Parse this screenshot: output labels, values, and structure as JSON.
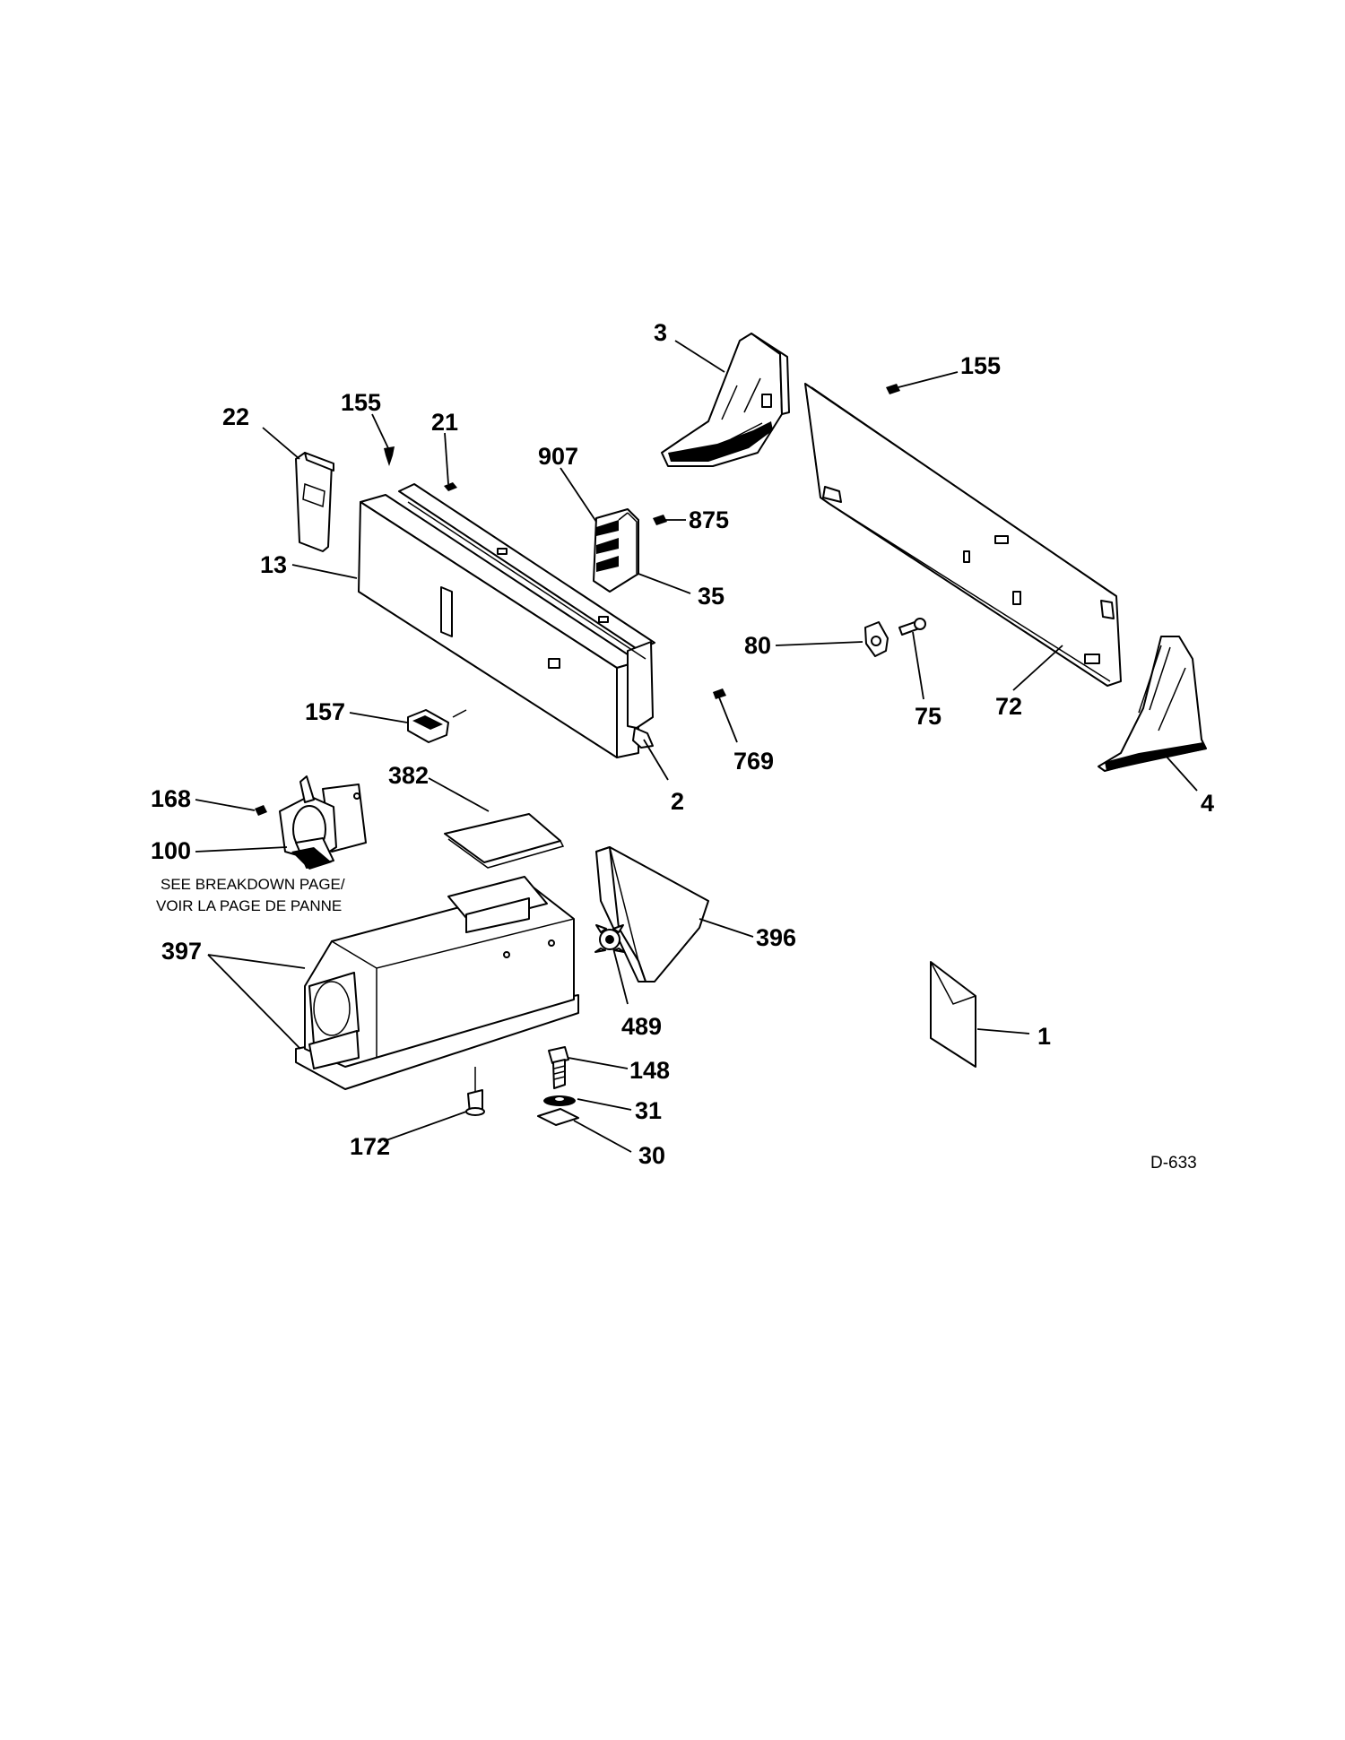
{
  "callouts": {
    "c1": "1",
    "c2": "2",
    "c3": "3",
    "c4": "4",
    "c13": "13",
    "c21": "21",
    "c22": "22",
    "c30": "30",
    "c31": "31",
    "c35": "35",
    "c72": "72",
    "c75": "75",
    "c80": "80",
    "c100": "100",
    "c148": "148",
    "c155a": "155",
    "c155b": "155",
    "c157": "157",
    "c168": "168",
    "c172": "172",
    "c382": "382",
    "c396": "396",
    "c397": "397",
    "c489": "489",
    "c769": "769",
    "c875": "875",
    "c907": "907"
  },
  "note": {
    "line1": "SEE BREAKDOWN PAGE/",
    "line2": "VOIR LA PAGE DE PANNE"
  },
  "diagram_code": "D-633"
}
